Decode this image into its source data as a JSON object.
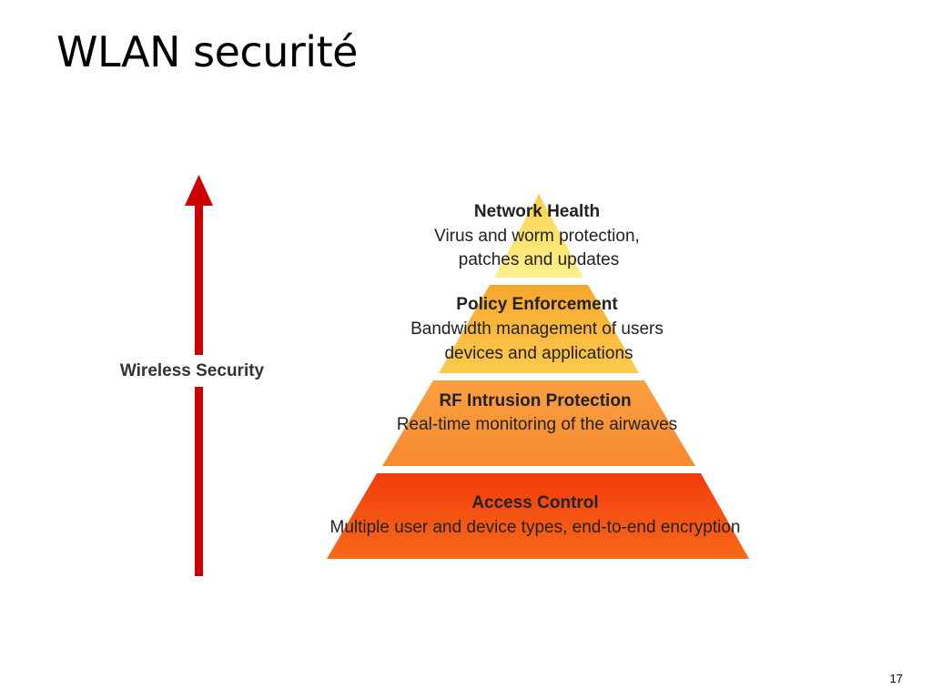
{
  "slide": {
    "title": "WLAN securité",
    "page_number": "17"
  },
  "diagram": {
    "axis_label": "Wireless Security",
    "colors": {
      "arrow": "#cc0000",
      "level_top": "#fce878",
      "level_2": "#f8bc3a",
      "level_3": "#f99438",
      "level_bottom": "#f25612"
    },
    "levels": [
      {
        "title": "Network Health",
        "desc_line1": "Virus and worm protection,",
        "desc_line2": "patches and updates"
      },
      {
        "title": "Policy Enforcement",
        "desc_line1": "Bandwidth management of users",
        "desc_line2": "devices and applications"
      },
      {
        "title": "RF Intrusion Protection",
        "desc_line1": "Real-time monitoring of the airwaves"
      },
      {
        "title": "Access Control",
        "desc_line1": "Multiple user and device types, end-to-end encryption"
      }
    ]
  }
}
